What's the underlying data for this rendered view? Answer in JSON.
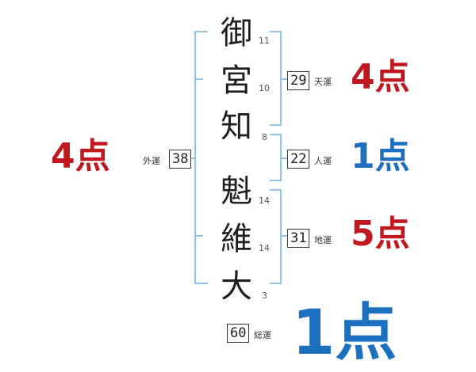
{
  "chart_data": {
    "type": "diagram",
    "name_chars": [
      {
        "char": "御",
        "strokes": "11"
      },
      {
        "char": "宮",
        "strokes": "10"
      },
      {
        "char": "知",
        "strokes": "8"
      },
      {
        "char": "魁",
        "strokes": "14"
      },
      {
        "char": "維",
        "strokes": "14"
      },
      {
        "char": "大",
        "strokes": "3"
      }
    ],
    "unkaku": {
      "ten": {
        "value": "29",
        "label": "天運",
        "score": "4点"
      },
      "jin": {
        "value": "22",
        "label": "人運",
        "score": "1点"
      },
      "chi": {
        "value": "31",
        "label": "地運",
        "score": "5点"
      },
      "gai": {
        "value": "38",
        "label": "外運",
        "score": "4点"
      },
      "so": {
        "value": "60",
        "label": "総運",
        "score": "1点"
      }
    }
  },
  "colors": {
    "bracket": "#8dc6e8",
    "score_red": "#c0181e",
    "score_blue": "#1d6fbf"
  }
}
